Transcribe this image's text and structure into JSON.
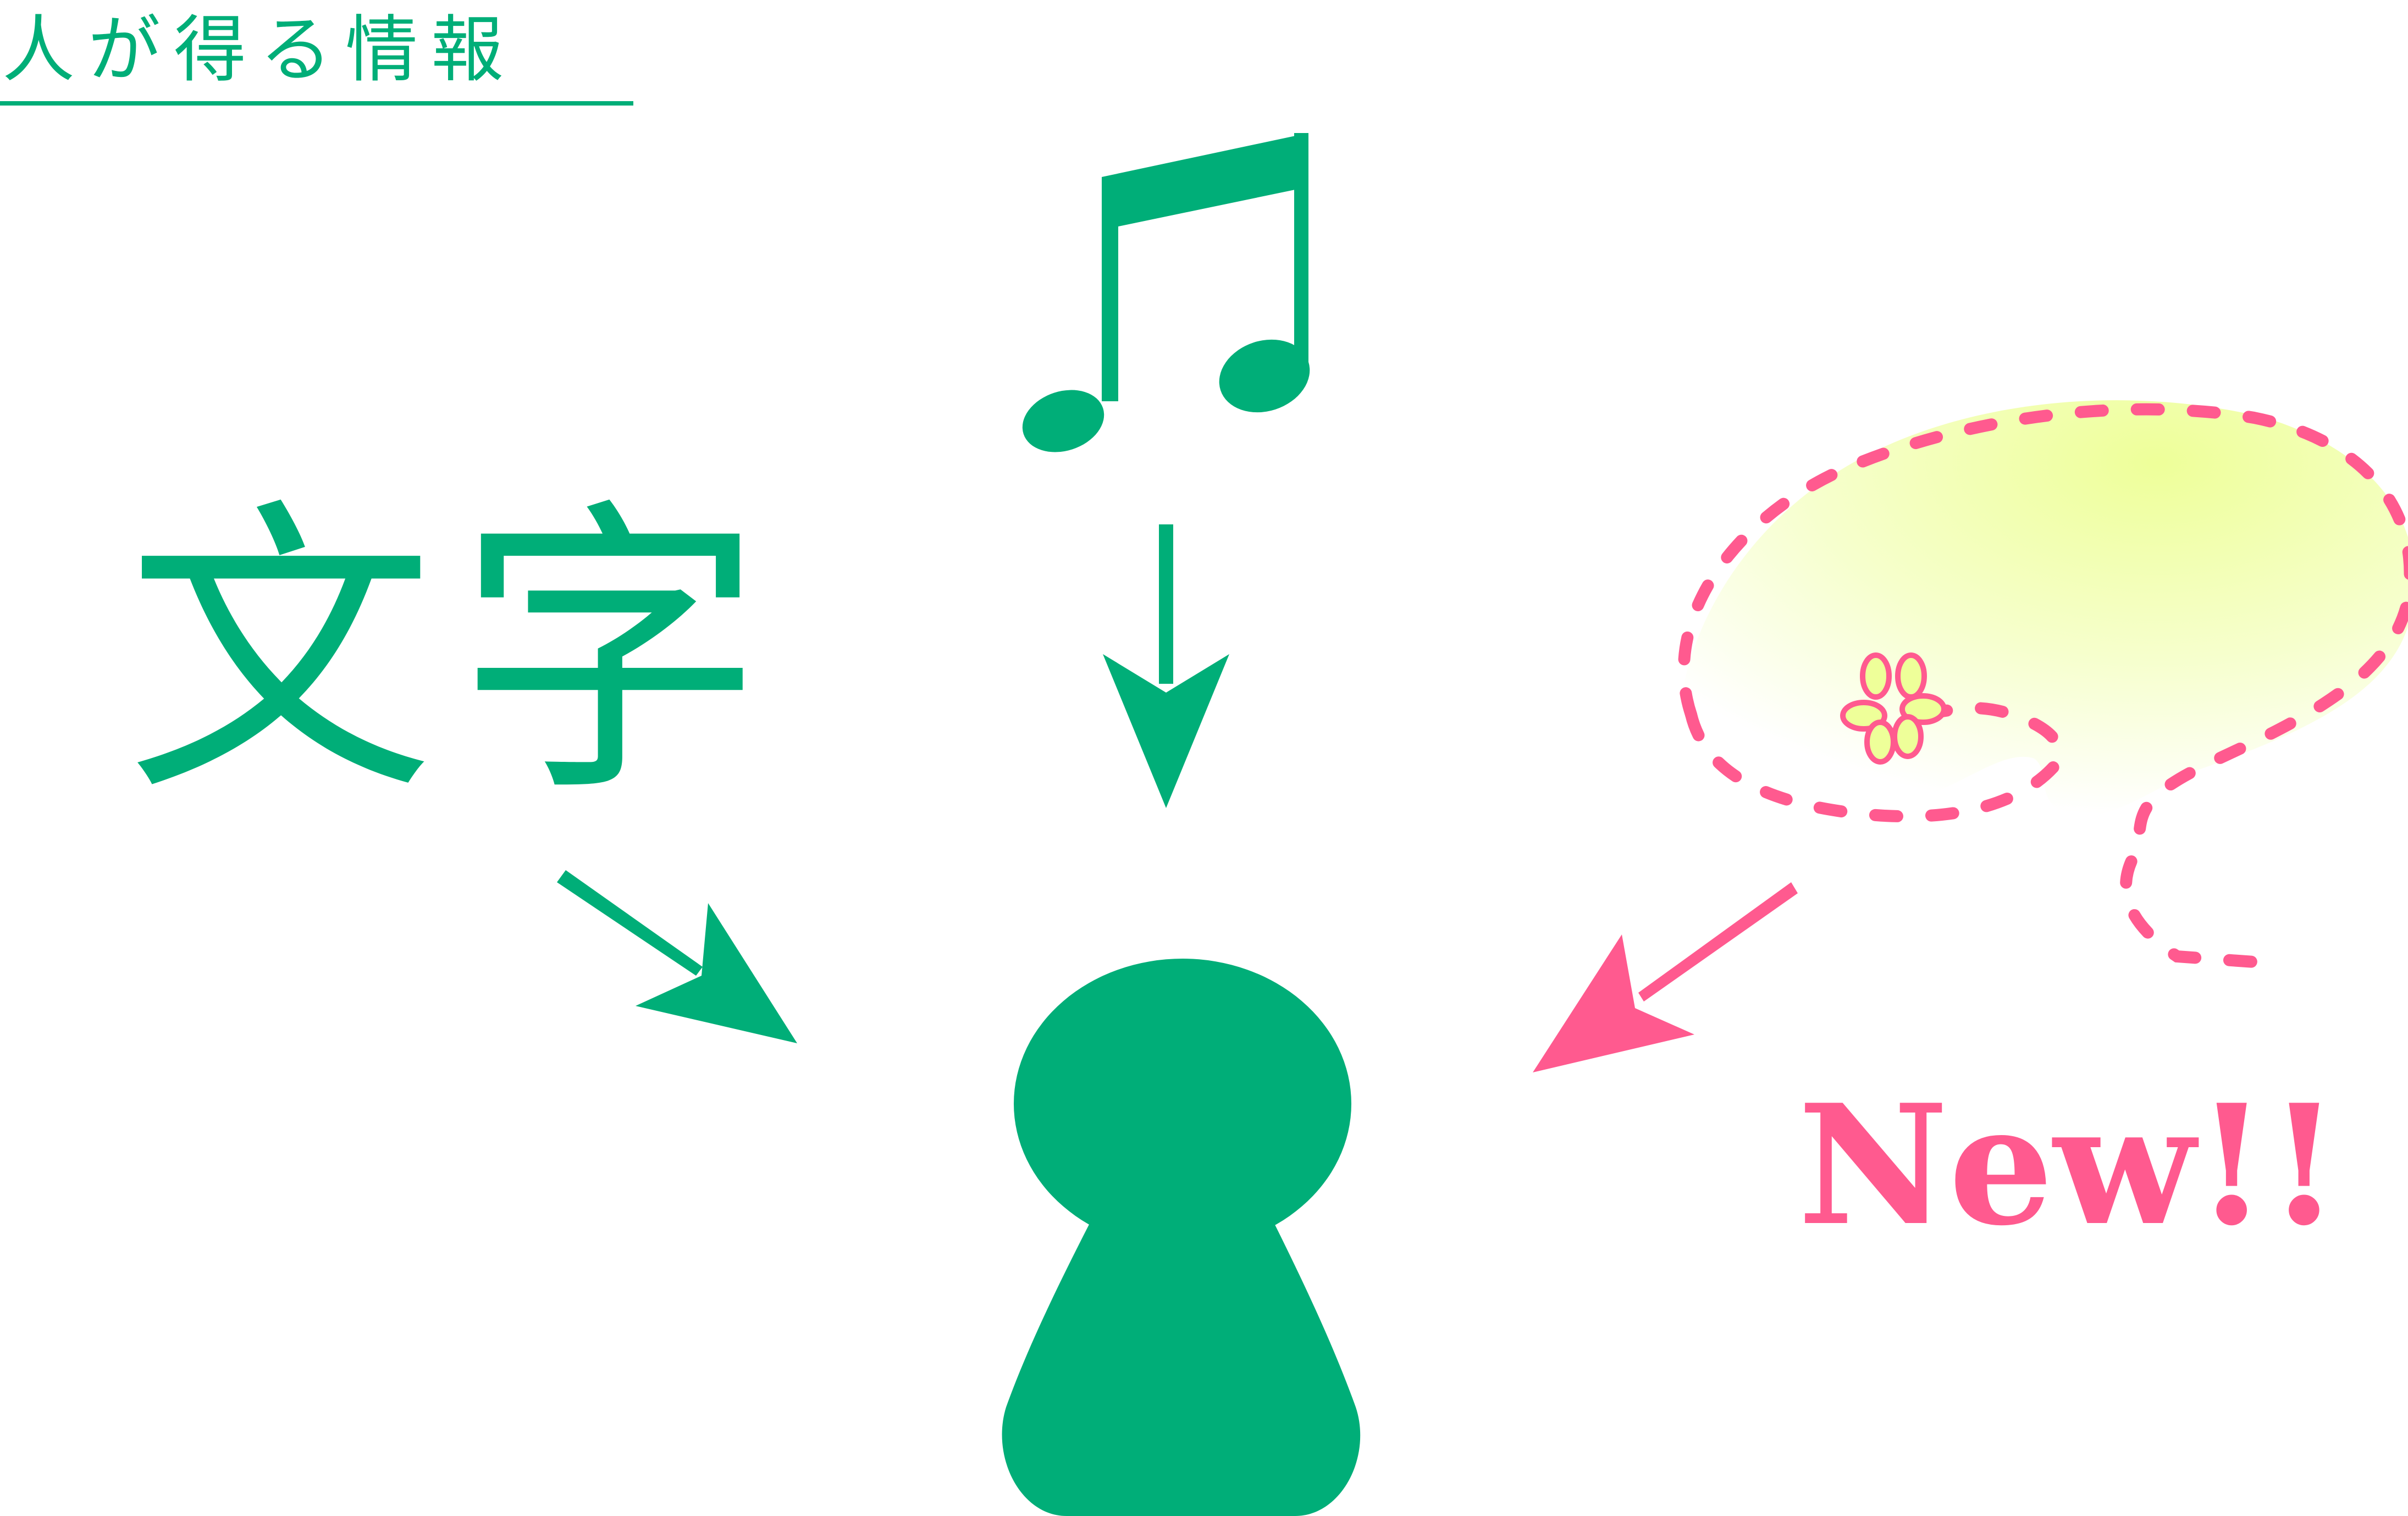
{
  "title": "人が得る情報",
  "labels": {
    "text_label": "文字",
    "new_label": "New!!"
  },
  "icons": {
    "music": "music-note-icon",
    "person": "person-icon",
    "thought": "thought-bubble-icon",
    "flower": "flower-icon"
  },
  "colors": {
    "green": "#00ae78",
    "pink": "#ff5a8f",
    "bubble_fill": "#eeff99"
  }
}
